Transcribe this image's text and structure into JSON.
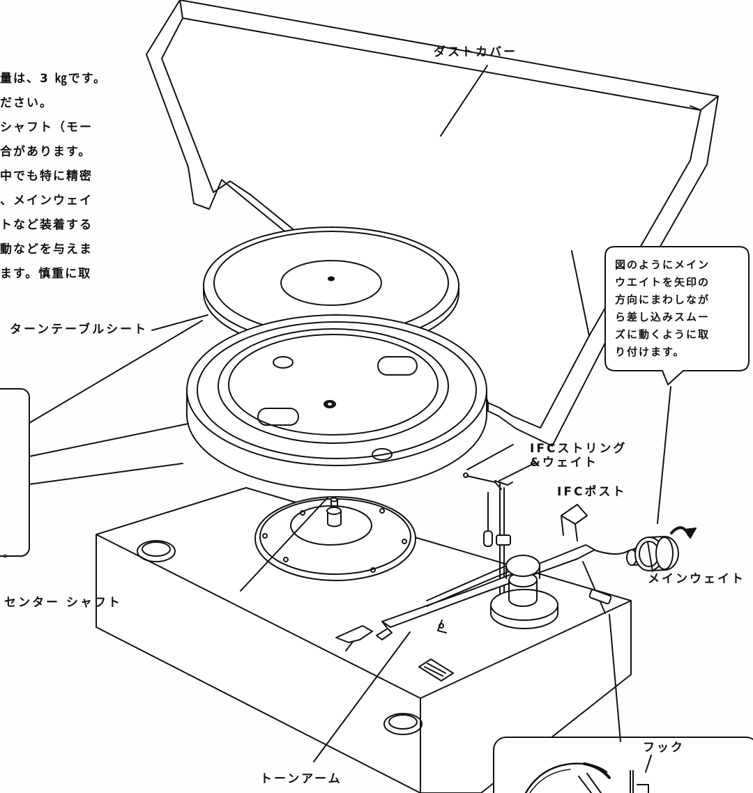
{
  "paragraph": {
    "lines": [
      "量は、3 ㎏です。",
      "ださい。",
      "シャフト（モー",
      "合があります。",
      "中でも特に精密",
      "、メインウェイ",
      "トなど装着する",
      "動などを与えま",
      "ます。慎重に取"
    ]
  },
  "labels": {
    "dust_cover": "ダストカバー",
    "turntable_sheet": "ターンテーブルシート",
    "center_shaft": "センター シャフト",
    "tone_arm": "トーンアーム",
    "ifc_string_line1": "IFCストリング",
    "ifc_string_line2": "&ウェイト",
    "ifc_post": "IFCポスト",
    "main_weight": "メインウェイト",
    "hook": "フック",
    "left_fragment": "。"
  },
  "callout": {
    "lines": [
      "図のようにメイン",
      "ウエイトを矢印の",
      "方向にまわしなが",
      "ら差し込みスムー",
      "ズに動くように取",
      "り付けます。"
    ]
  }
}
